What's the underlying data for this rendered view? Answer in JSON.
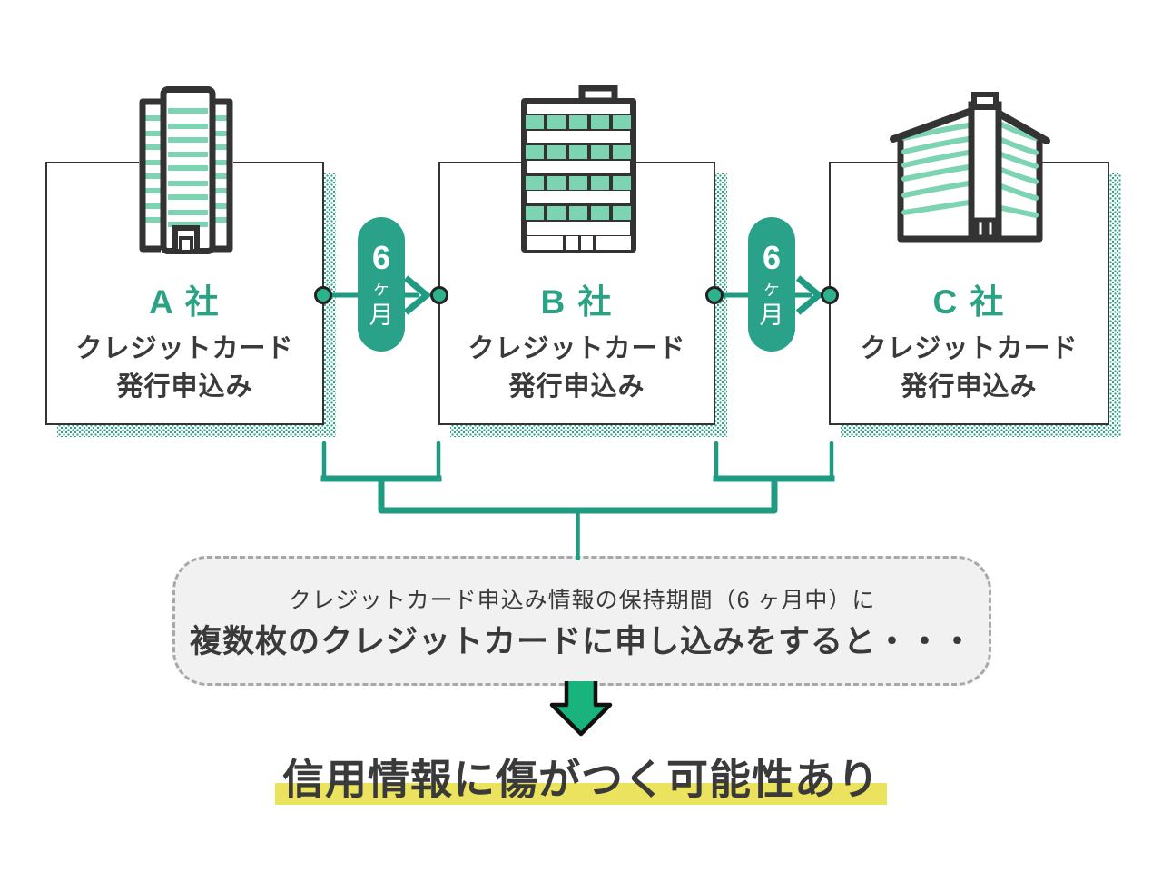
{
  "palette": {
    "line_green": "#1F9B82",
    "badge_green": "#2AA189",
    "dot_green": "#2CB28C",
    "light_green": "#7CD4B2",
    "label_green": "#2BA284",
    "arrow_green": "#19B47E",
    "text_dark": "#3A3A3A",
    "outline_dark": "#333333",
    "highlight_yellow": "#EBE35E",
    "note_bg": "#F1F1F1",
    "note_border": "#A8A8A8"
  },
  "cards": [
    {
      "company": "A 社",
      "line1": "クレジットカード",
      "line2": "発行申込み",
      "building_icon": "tower-building-icon"
    },
    {
      "company": "B 社",
      "line1": "クレジットカード",
      "line2": "発行申込み",
      "building_icon": "office-building-icon"
    },
    {
      "company": "C 社",
      "line1": "クレジットカード",
      "line2": "発行申込み",
      "building_icon": "modern-building-icon"
    }
  ],
  "intervals": [
    {
      "label": "6ヶ月",
      "chars": [
        "6",
        "ヶ",
        "月"
      ]
    },
    {
      "label": "6ヶ月",
      "chars": [
        "6",
        "ヶ",
        "月"
      ]
    }
  ],
  "note": {
    "line1": "クレジットカード申込み情報の保持期間（6 ヶ月中）に",
    "line2": "複数枚のクレジットカードに申し込みをすると・・・"
  },
  "conclusion": {
    "text": "信用情報に傷がつく可能性あり"
  },
  "icons": {
    "down_arrow": "down-arrow-icon",
    "timeline_dot": "timeline-dot-icon",
    "timeline_arrowhead": "arrowhead-icon"
  }
}
